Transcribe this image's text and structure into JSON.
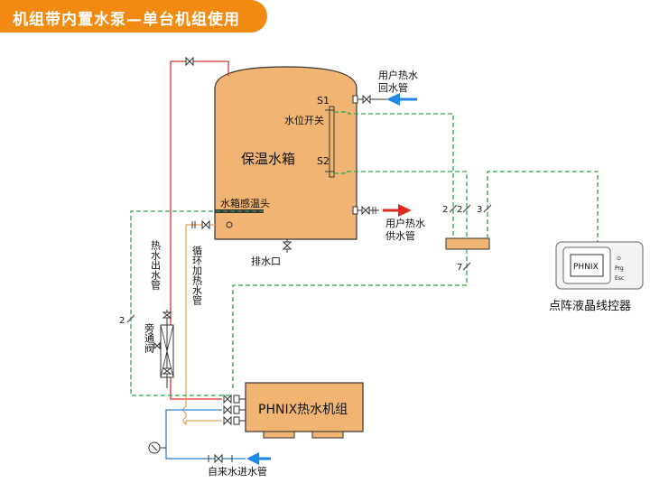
{
  "title": "机组带内置水泵—单台机组使用",
  "tank": {
    "name": "保温水箱",
    "sensor_s1": "S1",
    "sensor_s2": "S2",
    "level_switch": "水位开关",
    "temp_probe": "水箱感温头"
  },
  "labels": {
    "user_return_1": "用户热水",
    "user_return_2": "回水管",
    "user_supply_1": "用户热水",
    "user_supply_2": "供水管",
    "drain": "排水口",
    "hot_out_vertical": "热水出水管",
    "circ_vertical": "循环加热水管",
    "bypass_vertical": "旁通阀",
    "inlet": "自来水进水管",
    "controller_name": "点阵液晶线控器",
    "controller_screen": "PHNIX",
    "controller_btn_1": "⊙",
    "controller_btn_2": "Prg",
    "controller_btn_3": "Esc",
    "unit_name": "PHNIX热水机组"
  },
  "wire_counts": {
    "w_left": "2",
    "w_a": "2",
    "w_b": "2",
    "w_c": "3",
    "w_d": "7"
  },
  "colors": {
    "badge": "#f28a12",
    "tank_fill": "#f2b472",
    "hot_pipe": "#d9302a",
    "circ_pipe": "#e8a35a",
    "cold_pipe": "#2f7fd0",
    "wire": "#2fa34a",
    "arrow_out": "#e02a20",
    "arrow_in": "#1e88e5"
  }
}
